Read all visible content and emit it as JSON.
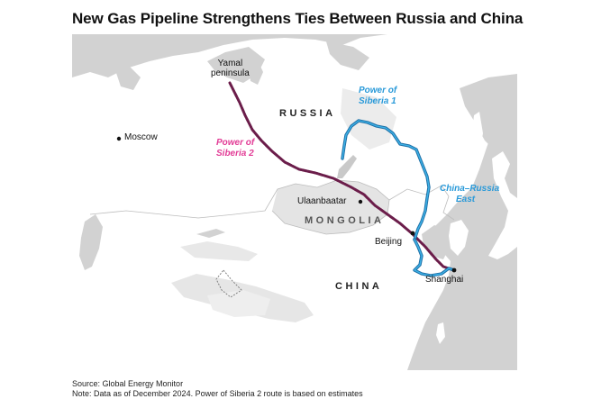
{
  "title": "New Gas Pipeline Strengthens Ties Between Russia and China",
  "map": {
    "countries": {
      "russia": "RUSSIA",
      "mongolia": "MONGOLIA",
      "china": "CHINA"
    },
    "cities": {
      "moscow": "Moscow",
      "ulaanbaatar": "Ulaanbaatar",
      "beijing": "Beijing",
      "shanghai": "Shanghai",
      "yamal_line1": "Yamal",
      "yamal_line2": "peninsula"
    },
    "pipelines": {
      "power_of_siberia_1": {
        "line1": "Power of",
        "line2": "Siberia 1",
        "color": "#2a9ad9"
      },
      "power_of_siberia_2": {
        "line1": "Power of",
        "line2": "Siberia 2",
        "color": "#e23c96",
        "line_color": "#6b1d4a"
      },
      "china_russia_east": {
        "line1": "China–Russia",
        "line2": "East",
        "color": "#2a9ad9",
        "line_color": "#1f6fa6"
      }
    },
    "colors": {
      "ocean": "#d2d2d2",
      "land": "#ffffff",
      "terrain": "#e6e6e6"
    }
  },
  "footer": {
    "source": "Source: Global Energy Monitor",
    "note": "Note: Data as of December 2024. Power of Siberia 2 route is based on estimates"
  }
}
